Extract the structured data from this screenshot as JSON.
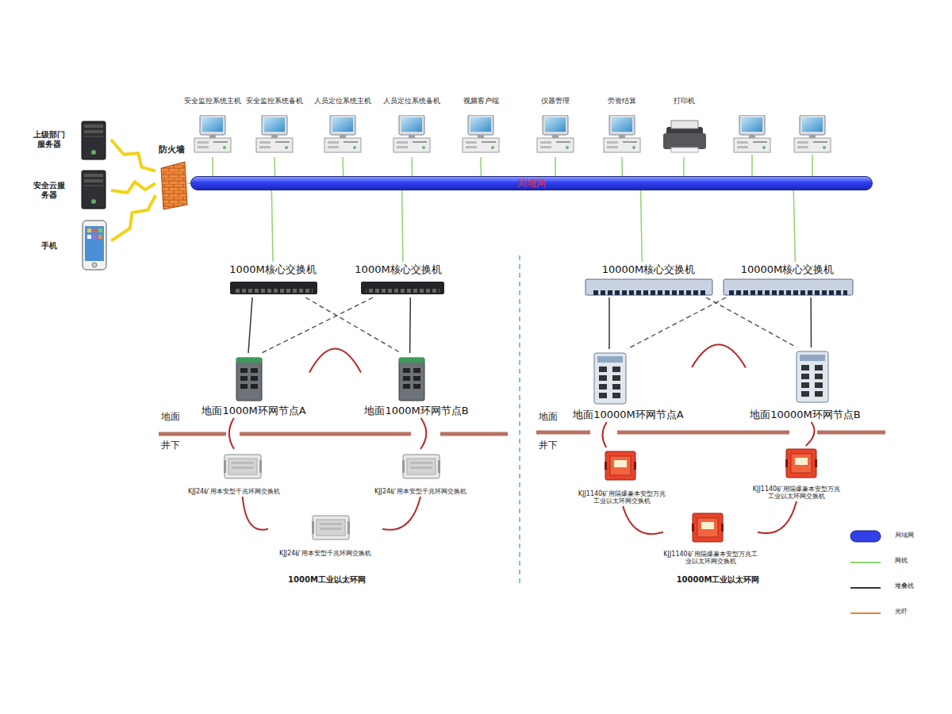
{
  "diagram": {
    "nodes": [
      {
        "text": [
          "上级部门服务器"
        ]
      },
      {
        "text": [
          "安全云服务器"
        ]
      },
      {
        "text": [
          "手机"
        ]
      },
      {
        "text": [
          "防火墙"
        ]
      },
      {
        "text": [
          "局域网"
        ]
      },
      {
        "text": [
          "安全监控系统主机"
        ]
      },
      {
        "text": [
          "安全监控系统备机"
        ]
      },
      {
        "text": [
          "人员定位系统主机"
        ]
      },
      {
        "text": [
          "人员定位系统备机"
        ]
      },
      {
        "text": [
          "视频客户端"
        ]
      },
      {
        "text": [
          "仪器管理"
        ]
      },
      {
        "text": [
          "劳资结算"
        ]
      },
      {
        "text": [
          "打印机"
        ]
      },
      {
        "text": [
          "1000M核心交换机"
        ]
      },
      {
        "text": [
          "1000M核心交换机"
        ]
      },
      {
        "text": [
          "10000M核心交换机"
        ]
      },
      {
        "text": [
          "10000M核心交换机"
        ]
      },
      {
        "text": [
          "地面1000M环网节点A"
        ]
      },
      {
        "text": [
          "地面1000M环网节点B"
        ]
      },
      {
        "text": [
          "地面10000M环网节点A"
        ]
      },
      {
        "text": [
          "地面10000M环网节点B"
        ]
      },
      {
        "text": [
          "KJJ24矿用本安型千兆环网交换机"
        ]
      },
      {
        "text": [
          "KJJ24矿用本安型千兆环网交换机"
        ]
      },
      {
        "text": [
          "KJJ24矿用本安型千兆环网交换机"
        ]
      },
      {
        "text": [
          "KJJ1140矿用隔爆兼本安型万兆工业以太环网交换机"
        ]
      },
      {
        "text": [
          "KJJ1140矿用隔爆兼本安型万兆工业以太环网交换机"
        ]
      },
      {
        "text": [
          "KJJ1140矿用隔爆兼本安型万兆工业以太环网交换机"
        ]
      }
    ],
    "edges": [
      {
        "from": 0,
        "to": 3,
        "arrow": "none"
      },
      {
        "from": 1,
        "to": 3,
        "arrow": "none"
      },
      {
        "from": 2,
        "to": 3,
        "arrow": "none"
      },
      {
        "from": 3,
        "to": 4,
        "arrow": "none"
      },
      {
        "from": 5,
        "to": 4,
        "arrow": "none"
      },
      {
        "from": 6,
        "to": 4,
        "arrow": "none"
      },
      {
        "from": 7,
        "to": 4,
        "arrow": "none"
      },
      {
        "from": 8,
        "to": 4,
        "arrow": "none"
      },
      {
        "from": 9,
        "to": 4,
        "arrow": "none"
      },
      {
        "from": 10,
        "to": 4,
        "arrow": "none"
      },
      {
        "from": 11,
        "to": 4,
        "arrow": "none"
      },
      {
        "from": 12,
        "to": 4,
        "arrow": "none"
      },
      {
        "from": 4,
        "to": 13,
        "arrow": "none"
      },
      {
        "from": 4,
        "to": 14,
        "arrow": "none"
      },
      {
        "from": 4,
        "to": 15,
        "arrow": "none"
      },
      {
        "from": 4,
        "to": 16,
        "arrow": "none"
      },
      {
        "from": 13,
        "to": 17,
        "arrow": "none"
      },
      {
        "from": 14,
        "to": 18,
        "arrow": "none"
      },
      {
        "from": 13,
        "to": 18,
        "arrow": "none"
      },
      {
        "from": 14,
        "to": 17,
        "arrow": "none"
      },
      {
        "from": 17,
        "to": 18,
        "arrow": "none"
      },
      {
        "from": 17,
        "to": 21,
        "arrow": "none"
      },
      {
        "from": 21,
        "to": 23,
        "arrow": "none"
      },
      {
        "from": 23,
        "to": 22,
        "arrow": "none"
      },
      {
        "from": 22,
        "to": 18,
        "arrow": "none"
      },
      {
        "from": 15,
        "to": 19,
        "arrow": "none"
      },
      {
        "from": 16,
        "to": 20,
        "arrow": "none"
      },
      {
        "from": 15,
        "to": 20,
        "arrow": "none"
      },
      {
        "from": 16,
        "to": 19,
        "arrow": "none"
      },
      {
        "from": 19,
        "to": 20,
        "arrow": "none"
      },
      {
        "from": 19,
        "to": 24,
        "arrow": "none"
      },
      {
        "from": 24,
        "to": 26,
        "arrow": "none"
      },
      {
        "from": 26,
        "to": 25,
        "arrow": "none"
      },
      {
        "from": 25,
        "to": 20,
        "arrow": "none"
      }
    ],
    "labels": [
      "地面",
      "井下",
      "地面",
      "井下",
      "1000M工业以太环网",
      "10000M工业以太环网"
    ],
    "legend": [
      {
        "text": "局域网"
      },
      {
        "text": "网线"
      },
      {
        "text": "堆叠线"
      },
      {
        "text": "光纤"
      }
    ]
  }
}
